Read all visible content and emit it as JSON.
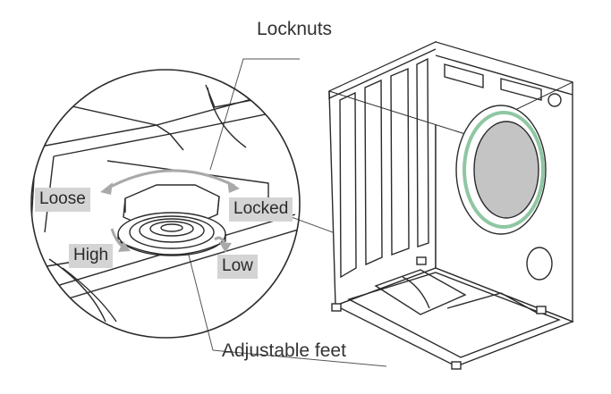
{
  "labels": {
    "locknuts": "Locknuts",
    "adjustable_feet": "Adjustable feet",
    "loose": "Loose",
    "locked": "Locked",
    "high": "High",
    "low": "Low"
  },
  "colors": {
    "line": "#2b2b2b",
    "arrow": "#a9a9a9",
    "chip_bg": "#d4d4d4",
    "door_ring": "#8fc7a2",
    "door_glass": "#c4c4c4"
  }
}
